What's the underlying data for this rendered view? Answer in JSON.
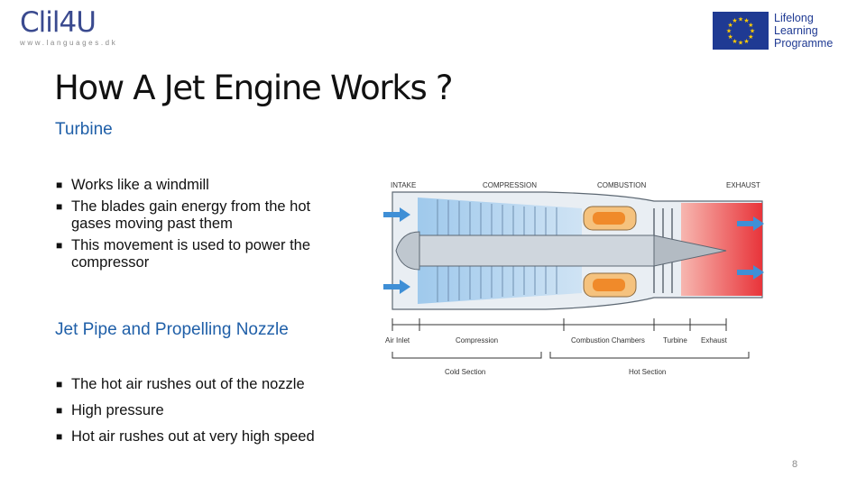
{
  "branding": {
    "left_logo": "Clil4U",
    "left_url": "www.languages.dk",
    "right_logo_lines": [
      "Lifelong",
      "Learning",
      "Programme"
    ]
  },
  "slide": {
    "title": "How A Jet Engine Works ?",
    "section1": {
      "heading": "Turbine",
      "bullets": [
        "Works like a windmill",
        "The blades gain energy from the hot gases moving past them",
        "This movement is used to power the compressor"
      ]
    },
    "section2": {
      "heading": "Jet Pipe and Propelling Nozzle",
      "bullets": [
        "The hot air rushes out of the nozzle",
        "High pressure",
        "Hot air rushes out at very high speed"
      ]
    },
    "page_number": "8"
  },
  "diagram": {
    "top_labels": [
      "INTAKE",
      "COMPRESSION",
      "COMBUSTION",
      "EXHAUST"
    ],
    "bottom_labels": [
      "Air Inlet",
      "Compression",
      "Combustion Chambers",
      "Turbine",
      "Exhaust"
    ],
    "section_labels": [
      "Cold Section",
      "Hot Section"
    ]
  },
  "colors": {
    "title_text": "#111111",
    "heading_blue": "#1f5fa8",
    "logo_blue": "#3a4a8f",
    "eu_blue": "#1f3a93",
    "eu_star": "#ffcc00",
    "airflow_blue": "#3f8fd6",
    "exhaust_red": "#e8343a",
    "combustion_orange": "#f08a2a"
  }
}
